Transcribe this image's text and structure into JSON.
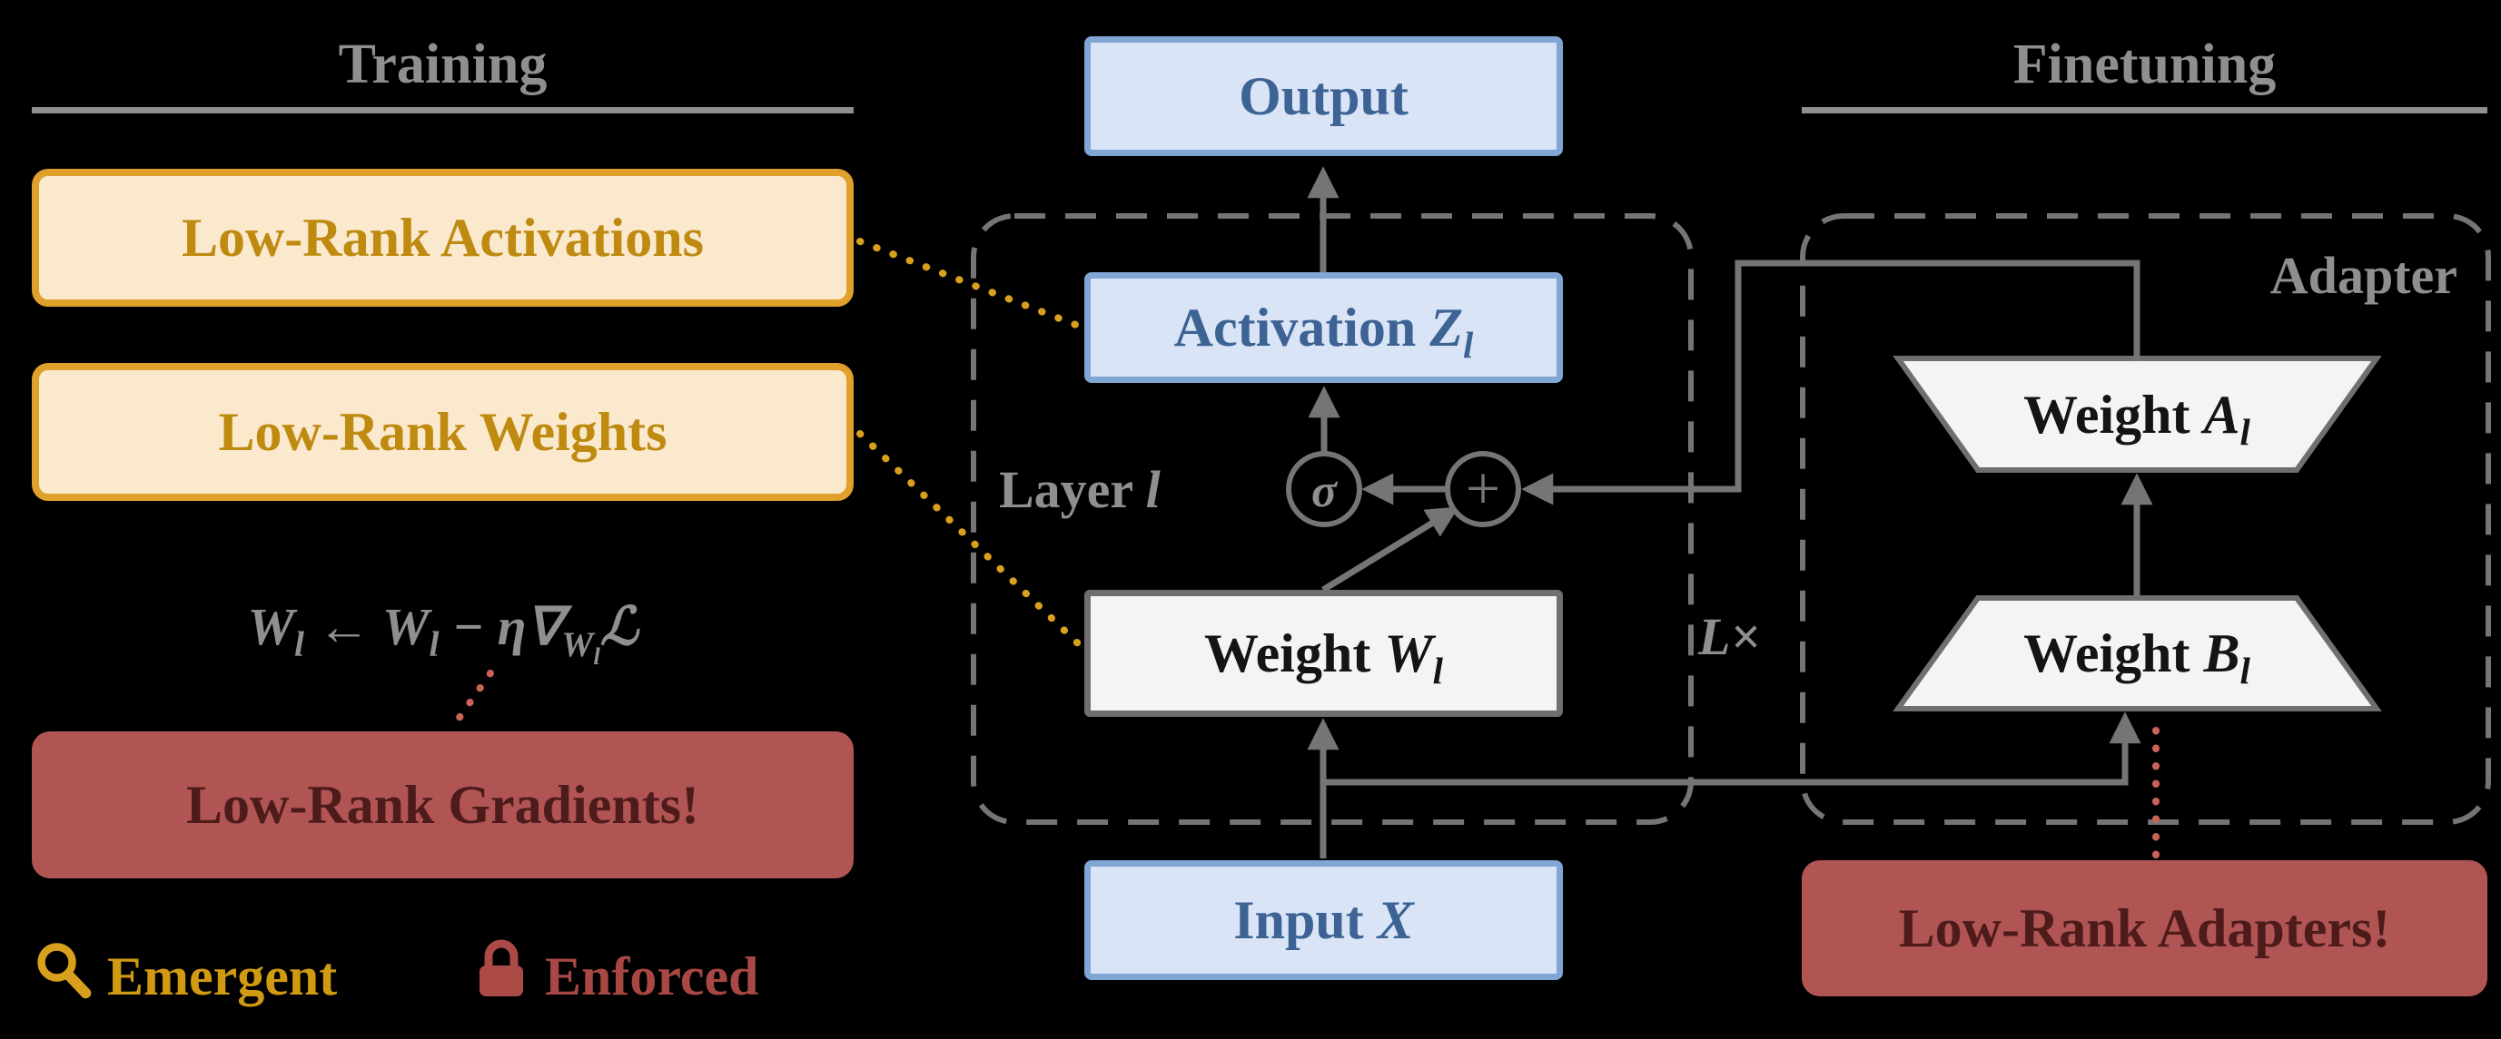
{
  "colors": {
    "background": "#000000",
    "gray_text": "#8f8f8f",
    "line_gray": "#757575",
    "gold_accent": "#D9A01E",
    "gold_box_border": "#DFA02C",
    "gold_box_text": "#BE8A10",
    "cream_fill": "#FBE9CE",
    "blue_fill": "#D9E5F6",
    "blue_border": "#7FA6D4",
    "blue_text": "#3D6394",
    "red_fill": "#B15454",
    "red_box_text": "#4E1B1B",
    "white_fill": "#F4F4F4",
    "dotted_red": "#CB6159"
  },
  "training": {
    "title": "Training",
    "activations_box": "Low-Rank Activations",
    "weights_box": "Low-Rank Weights",
    "update_rule": {
      "p1": "W",
      "p1s": "l",
      "p2": " ← ",
      "p3": "W",
      "p3s": "l",
      "p4": " − η∇",
      "p4s_var": "W",
      "p4s_sub": "l",
      "p5": "ℒ"
    },
    "gradients_box": "Low-Rank Gradients!",
    "legend": {
      "emergent": "Emergent",
      "enforced": "Enforced"
    }
  },
  "network": {
    "output_box": "Output",
    "activation_box": {
      "prefix": "Activation ",
      "var": "Z",
      "sub": "l"
    },
    "layer_label": {
      "prefix": "Layer ",
      "var": "l"
    },
    "sigma": "σ",
    "plus": "+",
    "weight_box": {
      "prefix": "Weight ",
      "var": "W",
      "sub": "l"
    },
    "input_box": {
      "prefix": "Input ",
      "var": "X"
    },
    "repeat_label": "L×"
  },
  "finetuning": {
    "title": "Finetuning",
    "adapter_label": "Adapter",
    "weight_a": {
      "prefix": "Weight ",
      "var": "A",
      "sub": "l"
    },
    "weight_b": {
      "prefix": "Weight ",
      "var": "B",
      "sub": "l"
    },
    "adapter_box": "Low-Rank Adapters!"
  }
}
